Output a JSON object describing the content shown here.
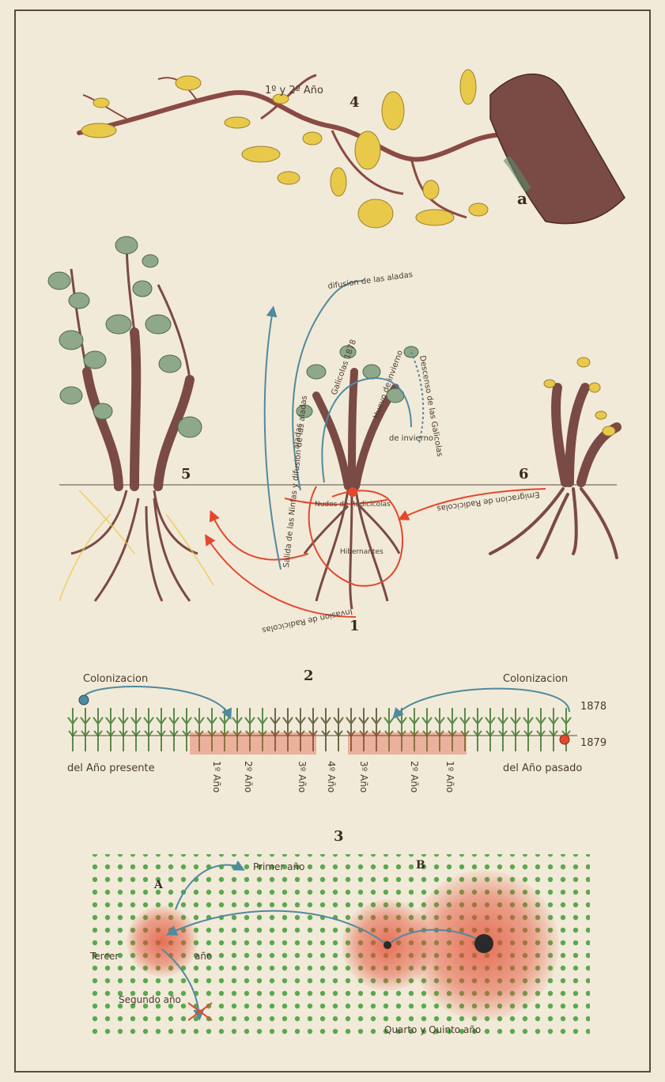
{
  "page_corner_label": "",
  "figure_numbers": {
    "fig4": "4",
    "fig4_marker": "a",
    "fig5": "5",
    "fig6": "6",
    "fig1": "1",
    "fig2": "2",
    "fig3": "3"
  },
  "fig4_labels": {
    "year_label": "1º y 2º Año"
  },
  "fig1_labels": {
    "salida": "Salida de las Ninfas y difusion de las aladas",
    "aladas": "aladas",
    "difusion": "difusion de las aladas",
    "invasion": "Invasion de Radicicolas",
    "emigracion": "Emigracion de Radicicolas",
    "descenso": "Descenso de las Galicolas",
    "invierno": "de invierno",
    "galicolas": "Galicolas 1878",
    "huevo": "Huevo de invierno",
    "nudo": "Nudos de Radicicolas",
    "hibernantes": "Hibernantes"
  },
  "fig2_labels": {
    "colonizacion_left": "Colonizacion",
    "colonizacion_right": "Colonizacion",
    "year_1878": "1878",
    "year_1879": "1879",
    "del_ano_presente": "del Año presente",
    "del_ano_pasado": "del Año pasado",
    "ticks": [
      "1º Año",
      "2º Año",
      "3º Año",
      "4º Año",
      "3º Año",
      "2º Año",
      "1º Año"
    ]
  },
  "fig3_labels": {
    "A": "A",
    "B": "B",
    "primer": "Primer año",
    "tercer": "Tercer",
    "ano": "año",
    "segundo": "Segundo año",
    "quarto": "Quarto y Quinto año"
  },
  "colors": {
    "paper": "#f2ead8",
    "ink": "#4a3a30",
    "red": "#e2482e",
    "blue": "#4f8aa0",
    "green": "#5aa84f",
    "leaf": "#8fa88a",
    "yellow": "#e9c94a",
    "bark": "#7a4a44"
  }
}
